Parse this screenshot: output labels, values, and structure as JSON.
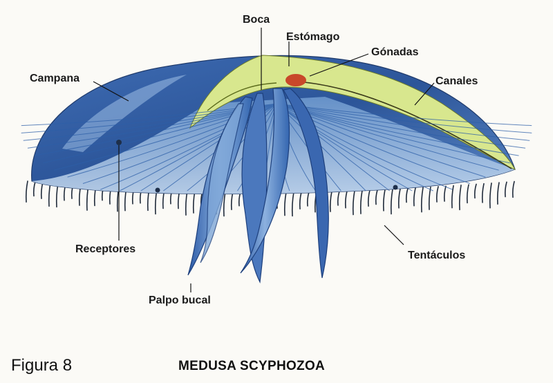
{
  "labels": {
    "boca": "Boca",
    "estomago": "Estómago",
    "gonadas": "Gónadas",
    "campana": "Campana",
    "canales": "Canales",
    "receptores": "Receptores",
    "tentaculos": "Tentáculos",
    "palpo_bucal": "Palpo bucal"
  },
  "caption": {
    "figure": "Figura 8",
    "title": "MEDUSA SCYPHOZOA"
  },
  "colors": {
    "bell_dark": "#2e5a9e",
    "bell_light": "#8fb4dd",
    "stomach": "#d9e88a",
    "gonad": "#c8482a",
    "background": "#fbfaf6"
  }
}
